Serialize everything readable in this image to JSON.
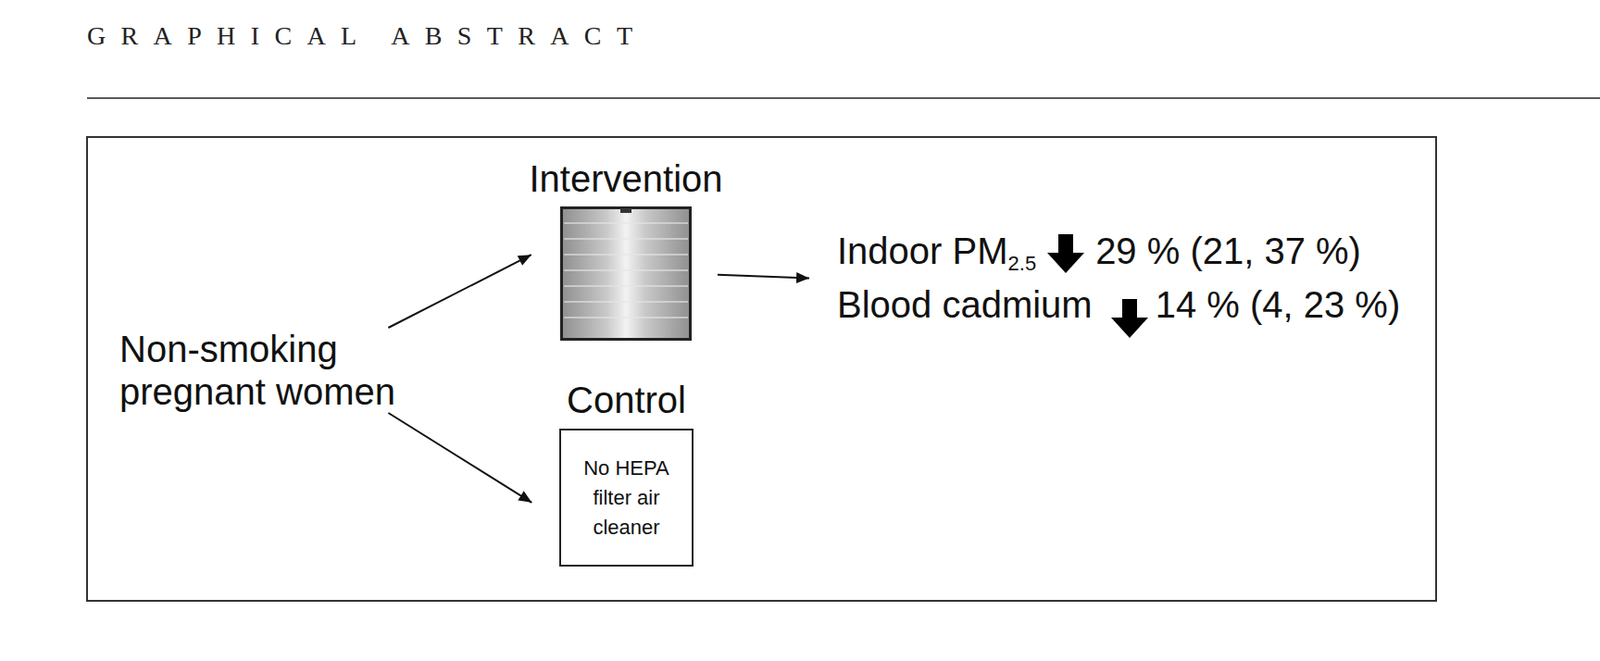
{
  "diagram": {
    "title": "GRAPHICAL ABSTRACT",
    "nodes": [
      {
        "text": [
          "Non-smoking pregnant women"
        ]
      },
      {
        "text": [
          "Intervention"
        ]
      },
      {
        "text": [
          "Control",
          "No HEPA filter air cleaner"
        ]
      },
      {
        "text": [
          "Indoor PM",
          "2.5",
          "29 % (21, 37 %)",
          "Blood cadmium",
          "14 % (4, 23 %)"
        ]
      }
    ],
    "edges": [
      {
        "from": 0,
        "to": 1,
        "arrow": "to"
      },
      {
        "from": 0,
        "to": 2,
        "arrow": "to"
      },
      {
        "from": 1,
        "to": 3,
        "arrow": "to"
      }
    ]
  }
}
